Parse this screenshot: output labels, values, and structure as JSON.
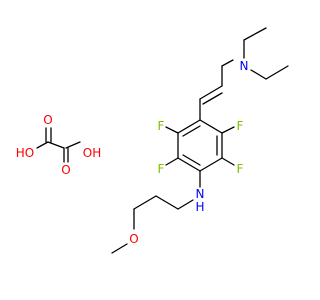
{
  "colors": {
    "background": "#ffffff",
    "bond": "#000000",
    "F": "#7fbf00",
    "N": "#0000ff",
    "O": "#ff0000",
    "H": "#000000"
  },
  "diagram_data": {
    "components": [
      "oxalic acid",
      "tetrafluoro aryl allylamine"
    ],
    "atom_labels": {
      "amine_N": "N",
      "aniline_N": "N",
      "aniline_H": "H",
      "ether_O": "O",
      "F_ul": "F",
      "F_ur": "F",
      "F_ll": "F",
      "F_lr": "F",
      "oxalic_O1": "O",
      "oxalic_O2": "O",
      "oxalic_HO": "HO",
      "oxalic_OH": "OH"
    }
  }
}
